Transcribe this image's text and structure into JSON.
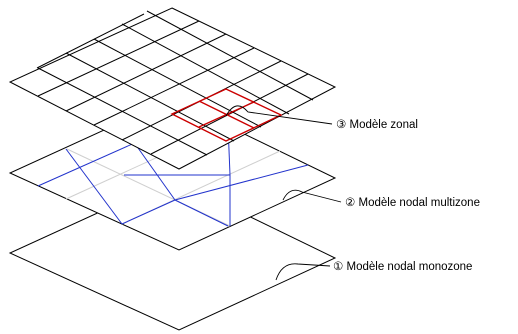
{
  "labels": {
    "zonal": "③ Modèle zonal",
    "multizone": "② Modèle nodal multizone",
    "monozone": "① Modèle nodal monozone"
  },
  "colors": {
    "outline": "#000000",
    "zonal_highlight": "#cc0000",
    "multizone_grid": "#2233cc",
    "multizone_faint": "#cccccc"
  }
}
